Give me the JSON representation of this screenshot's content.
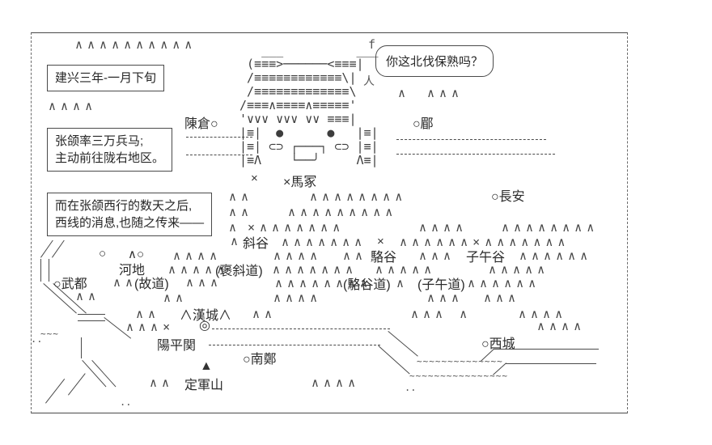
{
  "title_box": {
    "text": "建兴三年-一月下旬"
  },
  "event_box": {
    "line1": "张颌率三万兵马;",
    "line2": "主动前往陇右地区。"
  },
  "news_box": {
    "line1": "而在张颌西行的数天之后,",
    "line2": "西线的消息,也随之传来——"
  },
  "speech": {
    "text": "你这北伐保熟吗？",
    "tail_top": "f",
    "tail_bottom": "人"
  },
  "character_art": "   ___          ___\n (≡≡≡>──────<≡≡≡|\n /≡≡≡≡≡≡≡≡≡≡≡≡\\|\n /≡≡≡≡≡≡≡≡≡≡≡≡≡\\\n/≡≡≡∧≡≡≡≡∧≡≡≡≡≡'\n'∨∨∨ ∨∨∨ ∨∨ ≡≡≡|\n|≡|  ●      ●   |≡|\n|≡| ⊂⊃ ┌───┐ ⊂⊃ |≡|\n|≡Λ    └──╯     Λ≡|",
  "locations": {
    "chencang": "陳倉○",
    "mei": "○郿",
    "changan": "○長安",
    "mazhong": "×馬冢",
    "xiegu": "斜谷",
    "luogu": "駱谷",
    "ziwugu": "子午谷",
    "hedi": "河地",
    "baoxiedao": "(褒斜道)",
    "wudu": "○武都",
    "gudao": "(故道)",
    "luogudao": "(駱谷道)",
    "ziwudao": "(子午道)",
    "hancheng": "∧漢城∧",
    "yangpingguan": "陽平関",
    "nanzheng": "○南鄭",
    "xicheng": "○西城",
    "dingjunshan": "定軍山",
    "circle_a": "○",
    "circle_b": "∧○"
  },
  "markers": {
    "battle_face": "×",
    "battle_mid": "×",
    "capital": "◎",
    "peak": "▲"
  },
  "mountains": {
    "ranges": [
      "∧∧∧∧∧∧∧∧∧∧",
      "∧∧∧∧",
      "∧",
      "∧∧∧",
      "∧∧",
      "∧∧∧∧∧∧∧∧",
      "∧∧",
      "∧∧∧∧∧∧∧∧∧",
      "∧",
      "×∧∧∧∧∧∧∧",
      "∧∧∧∧",
      "∧∧∧∧∧∧∧∧",
      "∧",
      "∧∧∧∧∧∧∧",
      "∧∧∧∧∧∧×∧∧∧∧∧∧∧",
      "∧∧∧∧",
      "∧∧∧∧",
      "∧∧",
      "∧∧∧",
      "∧∧∧∧∧∧",
      "∧∧∧∧∧",
      "∧∧∧∧∧∧∧",
      "∧∧∧∧∧",
      "∧∧∧∧∧",
      "∧∧",
      "∧∧∧",
      "∧∧∧∧∧∧∧∧",
      "∧",
      "∧∧∧∧∧∧",
      "∧∧",
      "∧∧",
      "∧∧∧∧",
      "∧∧∧",
      "∧∧∧",
      "∧∧",
      "∧∧",
      "∧∧∧ ∧",
      "∧∧∧∧",
      "∧∧∧×",
      "∧∧∧∧",
      "∧∧",
      "∧∧∧∧"
    ]
  },
  "water": {
    "wavy1": "~~~~~~~~~~~~~~",
    "wavy2": "~~~~~~~~~~~~~~~~",
    "wavy_small": "~~~",
    "dots1": "..",
    "dots2": "..",
    "dots3": ".."
  }
}
